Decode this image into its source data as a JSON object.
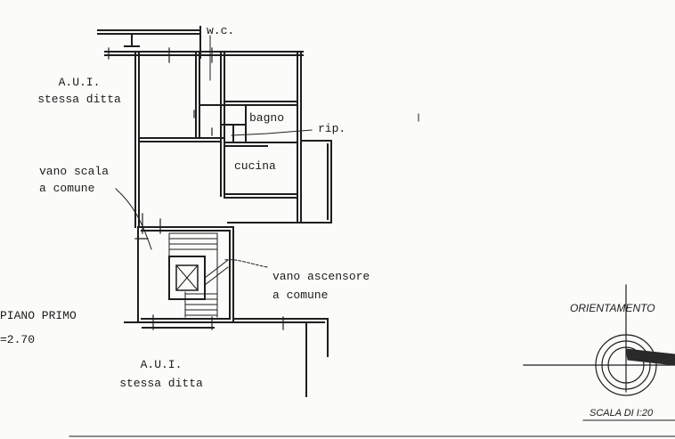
{
  "labels": {
    "wc": "w.c.",
    "aui_top_1": "A.U.I.",
    "aui_top_2": "stessa ditta",
    "bagno": "bagno",
    "rip": "rip.",
    "cucina": "cucina",
    "vano_scala_1": "vano scala",
    "vano_scala_2": "a comune",
    "vano_ascensore_1": "vano ascensore",
    "vano_ascensore_2": "a comune",
    "piano": "PIANO PRIMO",
    "altezza": "=2.70",
    "aui_bottom_1": "A.U.I.",
    "aui_bottom_2": "stessa ditta",
    "orientamento": "ORIENTAMENTO",
    "scala": "SCALA DI I:20"
  }
}
